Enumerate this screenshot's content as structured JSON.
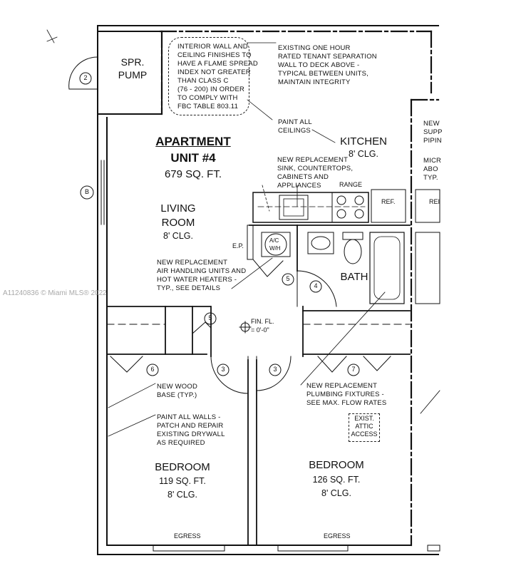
{
  "plan": {
    "title_line1": "APARTMENT",
    "title_line2": "UNIT #4",
    "area": "679 SQ. FT.",
    "rooms": {
      "spr_pump": [
        "SPR.",
        "PUMP"
      ],
      "living": [
        "LIVING",
        "ROOM",
        "8' CLG."
      ],
      "kitchen": [
        "KITCHEN",
        "8' CLG."
      ],
      "bath": "BATH",
      "bedroom_left": [
        "BEDROOM",
        "119 SQ. FT.",
        "8' CLG."
      ],
      "bedroom_right": [
        "BEDROOM",
        "126 SQ. FT.",
        "8' CLG."
      ]
    },
    "notes": {
      "interior_finish": [
        "INTERIOR WALL AND",
        "CEILING FINISHES TO",
        "HAVE A FLAME SPREAD",
        "INDEX NOT GREATER",
        "THAN CLASS C",
        "(76 - 200) IN ORDER",
        "TO COMPLY WITH",
        "FBC TABLE 803.11"
      ],
      "separation_wall": [
        "EXISTING ONE HOUR",
        "RATED TENANT SEPARATION",
        "WALL TO DECK ABOVE -",
        "TYPICAL BETWEEN UNITS,",
        "MAINTAIN INTEGRITY"
      ],
      "paint_ceilings": [
        "PAINT ALL",
        "CEILINGS"
      ],
      "kitchen_replacement": [
        "NEW REPLACEMENT",
        "SINK, COUNTERTOPS,",
        "CABINETS AND",
        "APPLIANCES"
      ],
      "air_handling": [
        "NEW REPLACEMENT",
        "AIR HANDLING UNITS AND",
        "HOT WATER HEATERS -",
        "TYP., SEE DETAILS"
      ],
      "wood_base": [
        "NEW WOOD",
        "BASE (TYP.)"
      ],
      "paint_walls": [
        "PAINT ALL WALLS -",
        "PATCH AND REPAIR",
        "EXISTING DRYWALL",
        "AS REQUIRED"
      ],
      "plumbing": [
        "NEW REPLACEMENT",
        "PLUMBING FIXTURES -",
        "SEE MAX. FLOW RATES"
      ],
      "neighbor": [
        "NEW",
        "SUPP",
        "PIPIN",
        "MICR",
        "ABO",
        "TYP."
      ]
    },
    "labels": {
      "range": "RANGE",
      "ref": "REF.",
      "ref_partial": "REI",
      "ep": "E.P.",
      "ac_wh": [
        "A/C",
        "W/H"
      ],
      "fin_fl": [
        "FIN. FL.",
        "= 0'-0\""
      ],
      "attic": [
        "EXIST.",
        "ATTIC",
        "ACCESS"
      ],
      "egress_left": "EGRESS",
      "egress_right": "EGRESS",
      "grid_b": "B"
    },
    "door_tags": [
      "2",
      "5",
      "4",
      "5",
      "6",
      "3",
      "3",
      "7"
    ]
  },
  "watermark": "A11240836 © Miami MLS® 2022"
}
